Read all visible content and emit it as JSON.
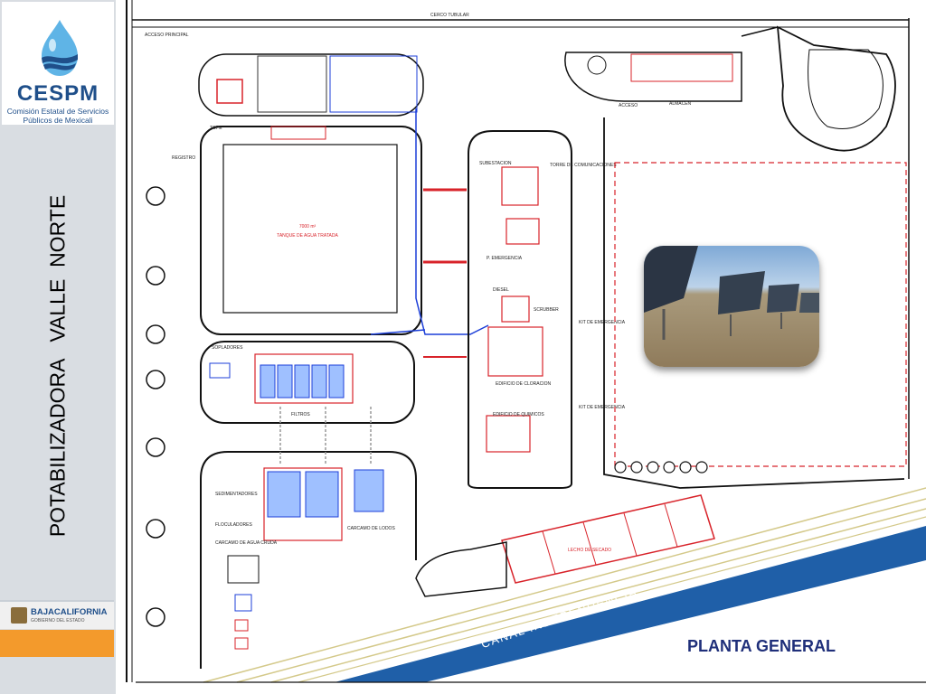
{
  "slide": {
    "vertical_title": "POTABILIZADORA   VALLE  NORTE",
    "plan_title": "PLANTA  GENERAL",
    "canal_label": "CANAL INDEPENDENCIA"
  },
  "logo": {
    "name": "CESPM",
    "subtitle_line1": "Comisión Estatal de Servicios",
    "subtitle_line2": "Públicos de Mexicali",
    "icon": "water-drop-icon"
  },
  "state_badge": {
    "text": "BAJACALIFORNIA",
    "subtext": "GOBIERNO DEL ESTADO",
    "icon": "state-shield-icon"
  },
  "plan_labels": {
    "tank": "TANQUE DE AGUA TRATADA",
    "tank_volume": "7000 m³",
    "substation": "SUBESTACION",
    "tower": "TORRE DE COMUNICACIONES",
    "emergency_plant": "P. EMERGENCIA",
    "diesel": "DIESEL",
    "scrubber": "SCRUBBER",
    "chlorination": "EDIFICIO DE CLORACION",
    "chemicals": "EDIFICIO DE QUIMICOS",
    "filters": "FILTROS",
    "blowers": "SOPLADORES",
    "sedimenters": "SEDIMENTADORES",
    "flocculators": "FLOCULADORES",
    "raw_water": "CARCAMO DE AGUA CRUDA",
    "sludge": "CARCAMO DE LODOS",
    "warehouse": "ALMACEN",
    "access": "ACCESO",
    "sludge_bed": "LECHO DE SECADO",
    "emergency_exit_1": "KIT DE EMERGENCIA",
    "emergency_exit_2": "KIT DE EMERGENCIA",
    "tubular_fence": "CERCO TUBULAR",
    "access_main": "ACCESO PRINCIPAL",
    "registro": "REGISTRO",
    "tope": "TOPE"
  },
  "colors": {
    "brand_blue": "#1f4f8a",
    "title_navy": "#1f2f7a",
    "sidebar_gray": "#d9dde2",
    "accent_orange": "#f39a2c",
    "plan_red": "#d8232a",
    "plan_blue": "#1c3fd8",
    "canal_blue": "#1f5fa8"
  },
  "photo": {
    "subject": "solar-panel-field-photo"
  }
}
